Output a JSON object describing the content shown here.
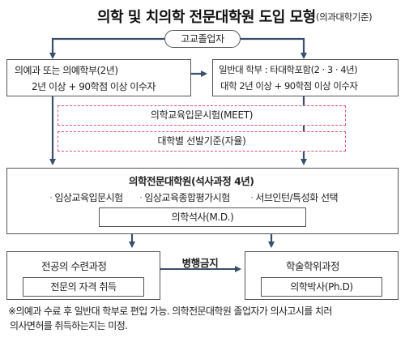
{
  "title": {
    "main": "의학 및 치의학 전문대학원 도입 모형",
    "sub": "(의과대학기준)"
  },
  "start": {
    "label": "고교졸업자"
  },
  "left_entry": {
    "line1": "의예과 또는 의예학부(2년)",
    "line2": "2년 이상 + 90학점 이상 이수자"
  },
  "right_entry": {
    "line1": "일반대 학부 : 타대학포함(2 · 3 · 4년)",
    "line2": "대학 2년 이상 + 90학점 이상 이수자"
  },
  "exam": {
    "label": "의학교육입문시험(MEET)"
  },
  "criteria": {
    "label": "대학별 선발기준(자율)"
  },
  "grad_school": {
    "title": "의학전문대학원(석사과정 4년)",
    "items": [
      "임상교육입문시험",
      "임상교육종합평가시험",
      "서브인턴/특성화 선택"
    ],
    "bullet": "·",
    "degree": "의학석사(M.D.)"
  },
  "left_track": {
    "title": "전공의 수련과정",
    "sub": "전문의 자격 취득"
  },
  "parallel": {
    "label": "병행금지"
  },
  "right_track": {
    "title": "학술학위과정",
    "sub": "의학박사(Ph.D)"
  },
  "footnote": {
    "line1": "※의예과 수료 후 일반대 학부로 편입 가능. 의학전문대학원 졸업자가 의사고시를 치러",
    "line2": "의사면허를 취득하는지는 미정."
  }
}
